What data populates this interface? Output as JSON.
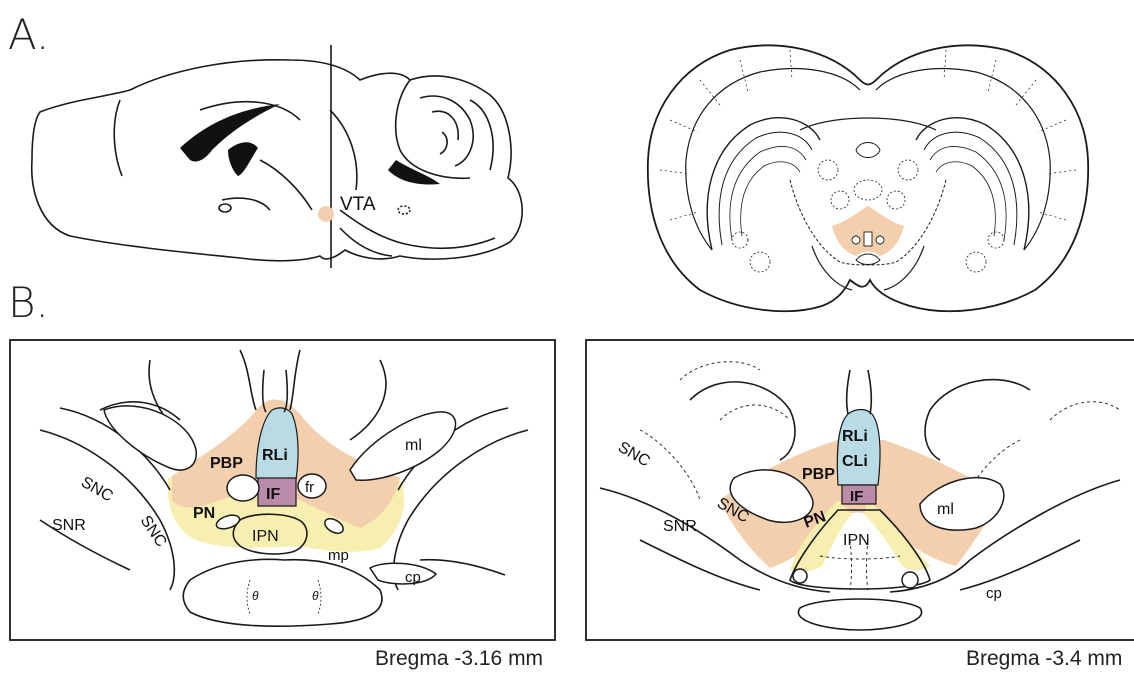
{
  "panels": {
    "a": "A.",
    "b": "B."
  },
  "sagittal": {
    "vta_label": "VTA"
  },
  "section_left": {
    "regions": {
      "snc": "SNC",
      "snr": "SNR",
      "snc2": "SNC",
      "pn": "PN",
      "pbp": "PBP",
      "rli": "RLi",
      "if": "IF",
      "fr": "fr",
      "ipn": "IPN",
      "ml": "ml",
      "mp": "mp",
      "cp": "cp"
    },
    "caption": "Bregma -3.16 mm"
  },
  "section_right": {
    "regions": {
      "snc": "SNC",
      "snc2": "SNC",
      "snr": "SNR",
      "pn": "PN",
      "pbp": "PBP",
      "rli": "RLi",
      "cli": "CLi",
      "if": "IF",
      "ipn": "IPN",
      "ml": "ml",
      "cp": "cp"
    },
    "caption": "Bregma -3.4 mm"
  },
  "colors": {
    "vta_pbp": "#f4cfae",
    "pn": "#f6efb0",
    "rli": "#b9dbe6",
    "if": "#b98ba8",
    "outline": "#1a1a1a"
  }
}
